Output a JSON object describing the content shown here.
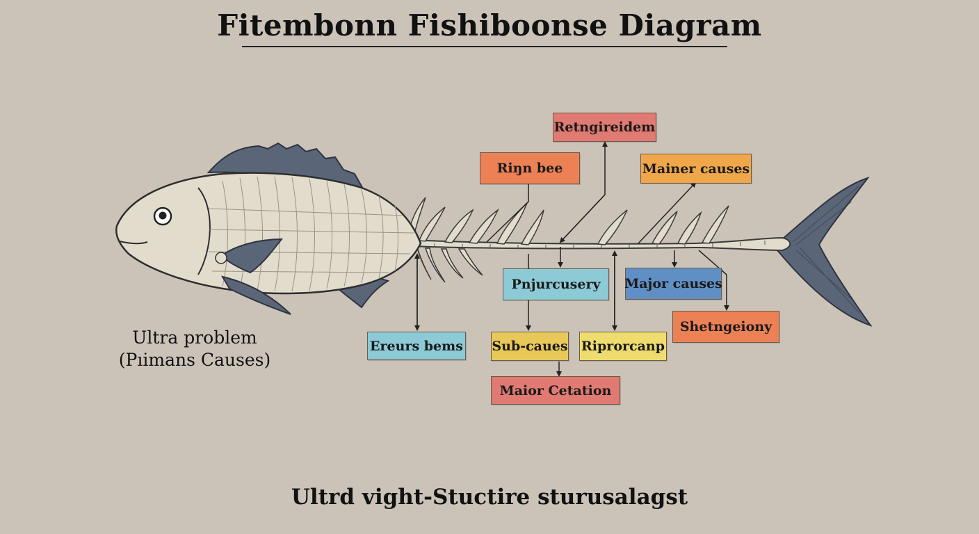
{
  "title": "Fitembonn Fishiboonse Diagram",
  "problem_label": {
    "line1": "Ultra problem",
    "line2": "(Pıimans Causes)"
  },
  "footer": "Ultrd vight-Stuctire sturusalagst",
  "colors": {
    "background": "#cbc3b8",
    "fish_body": "#e2dccd",
    "fin": "#5a6678",
    "red": "#e07a72",
    "orange_red": "#ec8155",
    "orange": "#f0a74a",
    "teal": "#8ccad6",
    "blue": "#5f8fc4",
    "yellow": "#e9c85a",
    "yellow_light": "#eedd6e"
  },
  "boxes": [
    {
      "id": "retngireidem",
      "label": "Retngireidem",
      "color": "#e07a72"
    },
    {
      "id": "rinn-bee",
      "label": "Riŋn bee",
      "color": "#ec8155"
    },
    {
      "id": "mainer-causes",
      "label": "Mainer causes",
      "color": "#f0a74a"
    },
    {
      "id": "pnjurcusery",
      "label": "Pnjurcusery",
      "color": "#8ccad6"
    },
    {
      "id": "major-causes",
      "label": "Major causes",
      "color": "#5f8fc4"
    },
    {
      "id": "shetngeiony",
      "label": "Shetngeiony",
      "color": "#ec8155"
    },
    {
      "id": "ereurs-bems",
      "label": "Ereurs bems",
      "color": "#8ccad6"
    },
    {
      "id": "sub-caues",
      "label": "Sub-caues",
      "color": "#e9c85a"
    },
    {
      "id": "riprorcanp",
      "label": "Riprorcanp",
      "color": "#eedd6e"
    },
    {
      "id": "maior-cetation",
      "label": "Maior Cetation",
      "color": "#e07a72"
    }
  ]
}
